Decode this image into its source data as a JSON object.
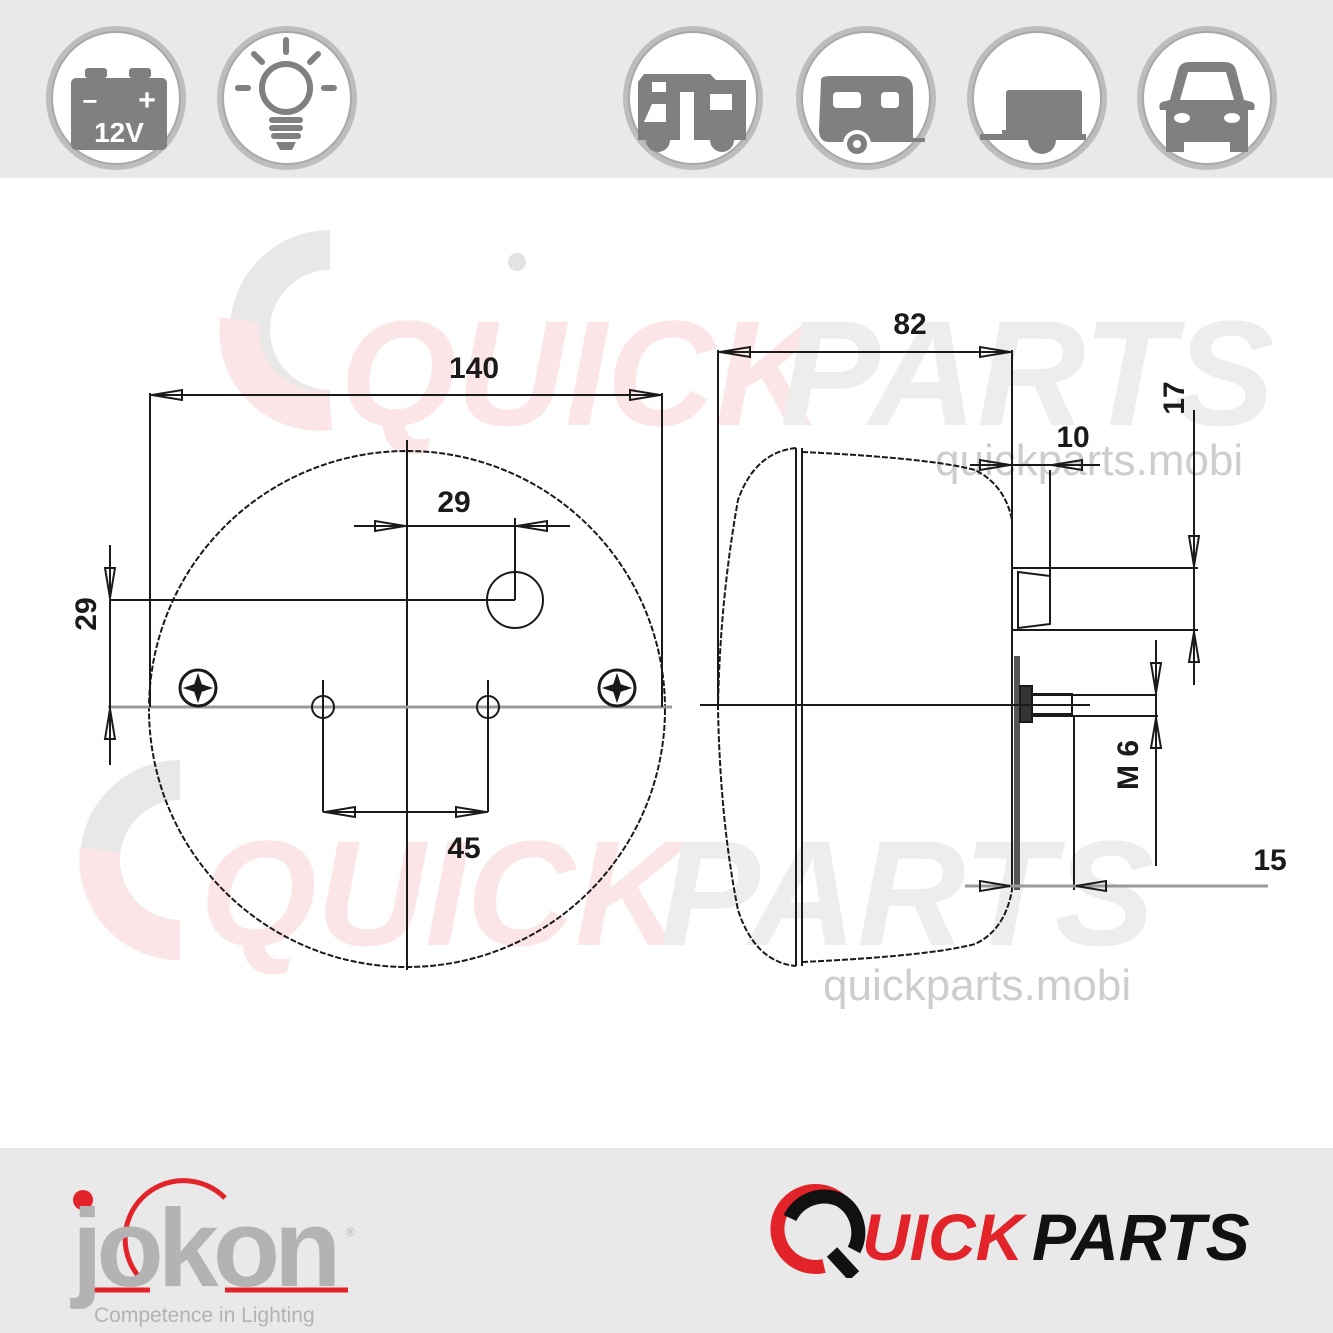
{
  "header": {
    "icons": [
      {
        "name": "battery-12v-icon",
        "label": "12V",
        "symbols": [
          "−",
          "+"
        ]
      },
      {
        "name": "light-bulb-icon"
      },
      {
        "name": "motorhome-icon"
      },
      {
        "name": "caravan-icon"
      },
      {
        "name": "trailer-icon"
      },
      {
        "name": "car-icon"
      }
    ]
  },
  "drawing": {
    "front_view": {
      "dimensions": {
        "overall_width": "140",
        "hole_offset_horizontal": "29",
        "hole_offset_vertical": "29",
        "stud_spacing": "45"
      }
    },
    "side_view": {
      "dimensions": {
        "depth": "82",
        "boss_length": "10",
        "boss_height": "17",
        "thread": "M 6",
        "stud_length": "15"
      }
    },
    "watermark": {
      "brand_red": "QUICK",
      "brand_grey": "PARTS",
      "url": "quickparts.mobi"
    }
  },
  "footer": {
    "jokon": {
      "wordmark": "jokon",
      "registered": "®",
      "tagline": "Competence in Lighting"
    },
    "quickparts": {
      "red_part": "UICK",
      "black_part": "PARTS"
    }
  },
  "colors": {
    "bar_bg": "#e9e9e9",
    "icon_grey": "#808080",
    "brand_red": "#e2232a",
    "jokon_grey": "#b3b3b3",
    "line": "#1a1a1a"
  }
}
